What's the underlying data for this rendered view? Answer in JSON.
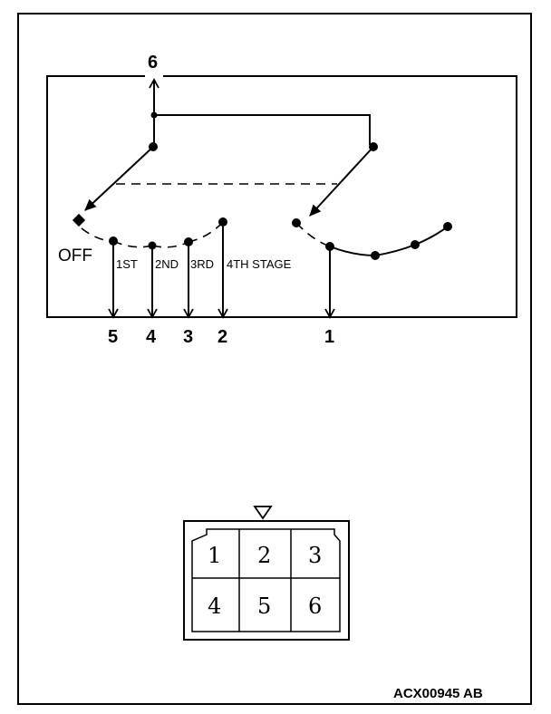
{
  "switch": {
    "terminal_labels": {
      "t1": "1",
      "t2": "2",
      "t3": "3",
      "t4": "4",
      "t5": "5",
      "t6": "6"
    },
    "positions": {
      "off": "OFF",
      "first": "1ST",
      "second": "2ND",
      "third": "3RD",
      "fourth": "4TH STAGE"
    }
  },
  "connector": {
    "pins": [
      "1",
      "2",
      "3",
      "4",
      "5",
      "6"
    ]
  },
  "figure_code": "ACX00945 AB"
}
